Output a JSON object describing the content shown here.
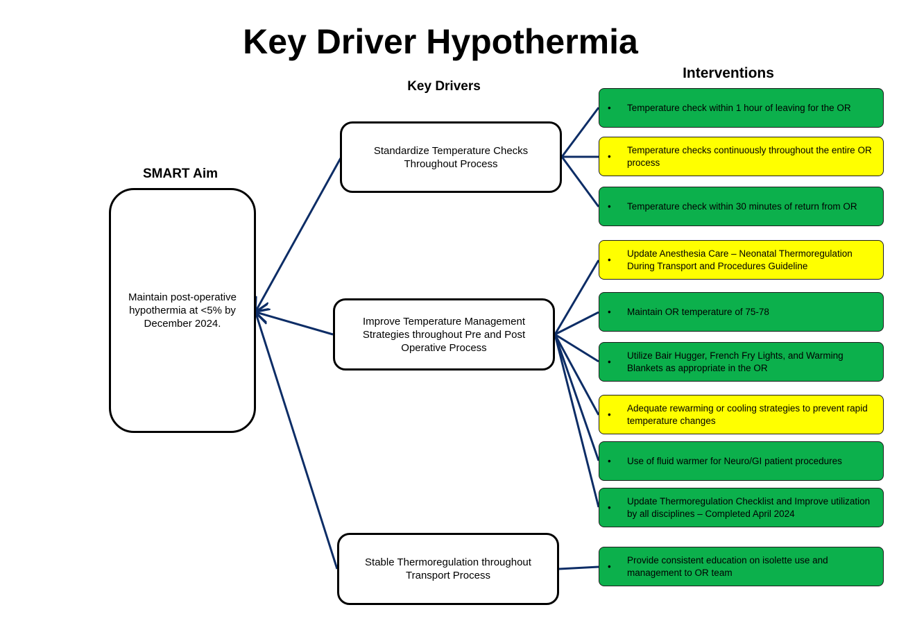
{
  "title": "Key Driver Hypothermia",
  "headings": {
    "smart_aim": "SMART Aim",
    "key_drivers": "Key Drivers",
    "interventions": "Interventions"
  },
  "aim": "Maintain post-operative hypothermia at <5% by December 2024.",
  "drivers": [
    "Standardize Temperature Checks Throughout Process",
    "Improve Temperature Management Strategies throughout Pre and Post Operative Process",
    "Stable Thermoregulation throughout Transport Process"
  ],
  "colors": {
    "green": "#0cb04c",
    "yellow": "#ffff00",
    "connector": "#0d2d66"
  },
  "interventions": [
    {
      "bullet": "•",
      "text": "Temperature check within 1 hour of leaving for the OR",
      "color": "green",
      "driver": 0
    },
    {
      "bullet": "•",
      "text": "Temperature checks continuously throughout the entire OR process",
      "color": "yellow",
      "driver": 0
    },
    {
      "bullet": "•",
      "text": "Temperature check within 30 minutes of return from OR",
      "color": "green",
      "driver": 0
    },
    {
      "bullet": "•",
      "text": "Update Anesthesia Care – Neonatal Thermoregulation During Transport and Procedures Guideline",
      "color": "yellow",
      "driver": 1
    },
    {
      "bullet": "•",
      "text": "Maintain OR temperature of 75-78",
      "color": "green",
      "driver": 1
    },
    {
      "bullet": "•",
      "text": "Utilize Bair Hugger, French Fry Lights, and Warming Blankets as appropriate in the OR",
      "color": "green",
      "driver": 1
    },
    {
      "bullet": "•",
      "text": "Adequate rewarming or cooling strategies to prevent rapid temperature changes",
      "color": "yellow",
      "driver": 1
    },
    {
      "bullet": "•",
      "text": "Use of fluid warmer for Neuro/GI patient procedures",
      "color": "green",
      "driver": 1
    },
    {
      "bullet": "•",
      "text": "Update Thermoregulation Checklist and Improve utilization by all disciplines – Completed April 2024",
      "color": "green",
      "driver": 1
    },
    {
      "bullet": "•",
      "text": "Provide consistent education on isolette use and management to OR team",
      "color": "green",
      "driver": 2
    }
  ]
}
